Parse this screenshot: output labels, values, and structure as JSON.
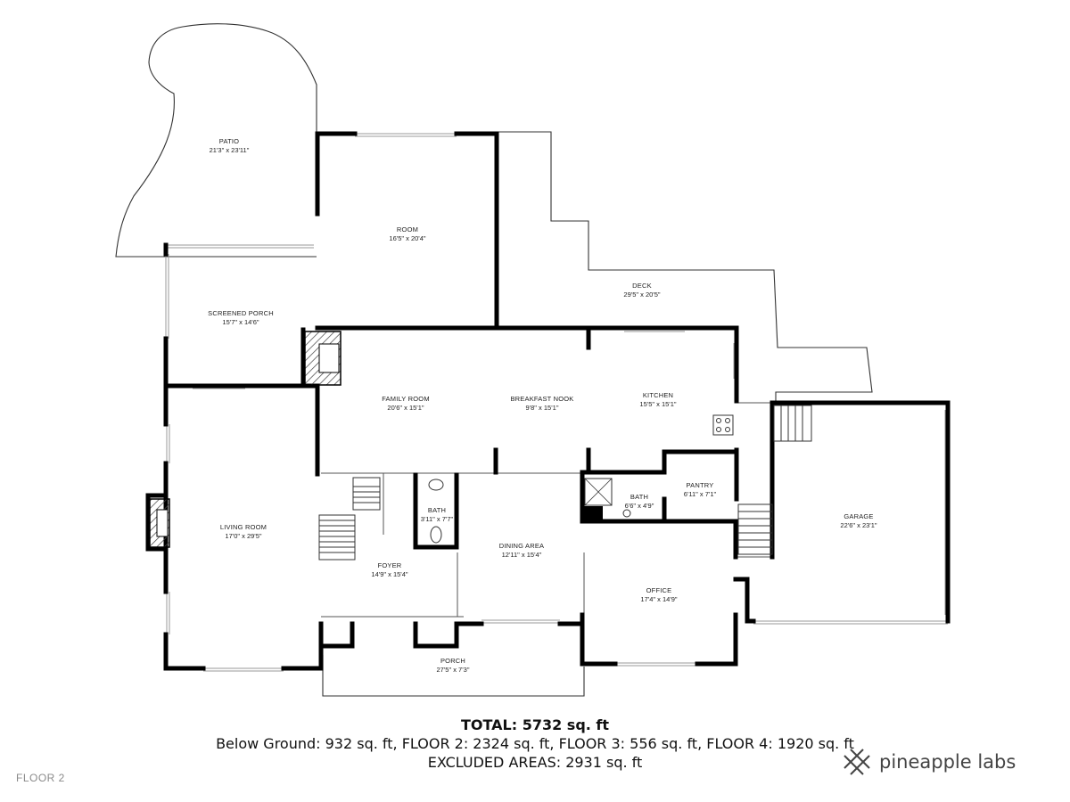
{
  "rooms": [
    {
      "name": "PATIO",
      "dims": "21'3\" x 23'11\""
    },
    {
      "name": "ROOM",
      "dims": "16'5\" x 20'4\""
    },
    {
      "name": "DECK",
      "dims": "29'5\" x 20'5\""
    },
    {
      "name": "SCREENED PORCH",
      "dims": "15'7\" x 14'6\""
    },
    {
      "name": "FAMILY ROOM",
      "dims": "20'6\" x 15'1\""
    },
    {
      "name": "BREAKFAST NOOK",
      "dims": "9'8\" x 15'1\""
    },
    {
      "name": "KITCHEN",
      "dims": "15'5\" x 15'1\""
    },
    {
      "name": "PANTRY",
      "dims": "6'11\" x 7'1\""
    },
    {
      "name": "BATH",
      "dims": "6'6\" x 4'9\""
    },
    {
      "name": "BATH",
      "dims": "3'11\" x 7'7\""
    },
    {
      "name": "LIVING ROOM",
      "dims": "17'0\" x 29'5\""
    },
    {
      "name": "FOYER",
      "dims": "14'9\" x 15'4\""
    },
    {
      "name": "DINING AREA",
      "dims": "12'11\" x 15'4\""
    },
    {
      "name": "OFFICE",
      "dims": "17'4\" x 14'9\""
    },
    {
      "name": "GARAGE",
      "dims": "22'6\" x 23'1\""
    },
    {
      "name": "PORCH",
      "dims": "27'5\" x 7'3\""
    }
  ],
  "summary": {
    "total": "TOTAL: 5732 sq. ft",
    "floors": "Below Ground: 932 sq. ft, FLOOR 2: 2324 sq. ft, FLOOR 3: 556 sq. ft, FLOOR 4: 1920 sq. ft",
    "excluded": "EXCLUDED AREAS: 2931 sq. ft"
  },
  "floor_label": "FLOOR 2",
  "brand": {
    "name": "pineapple labs",
    "icon": "pineapple-logo-icon"
  },
  "colors": {
    "wall": "#000000",
    "thin_line": "#333333",
    "window": "#9a9a9a",
    "fireplace_hatch": "#444444"
  }
}
